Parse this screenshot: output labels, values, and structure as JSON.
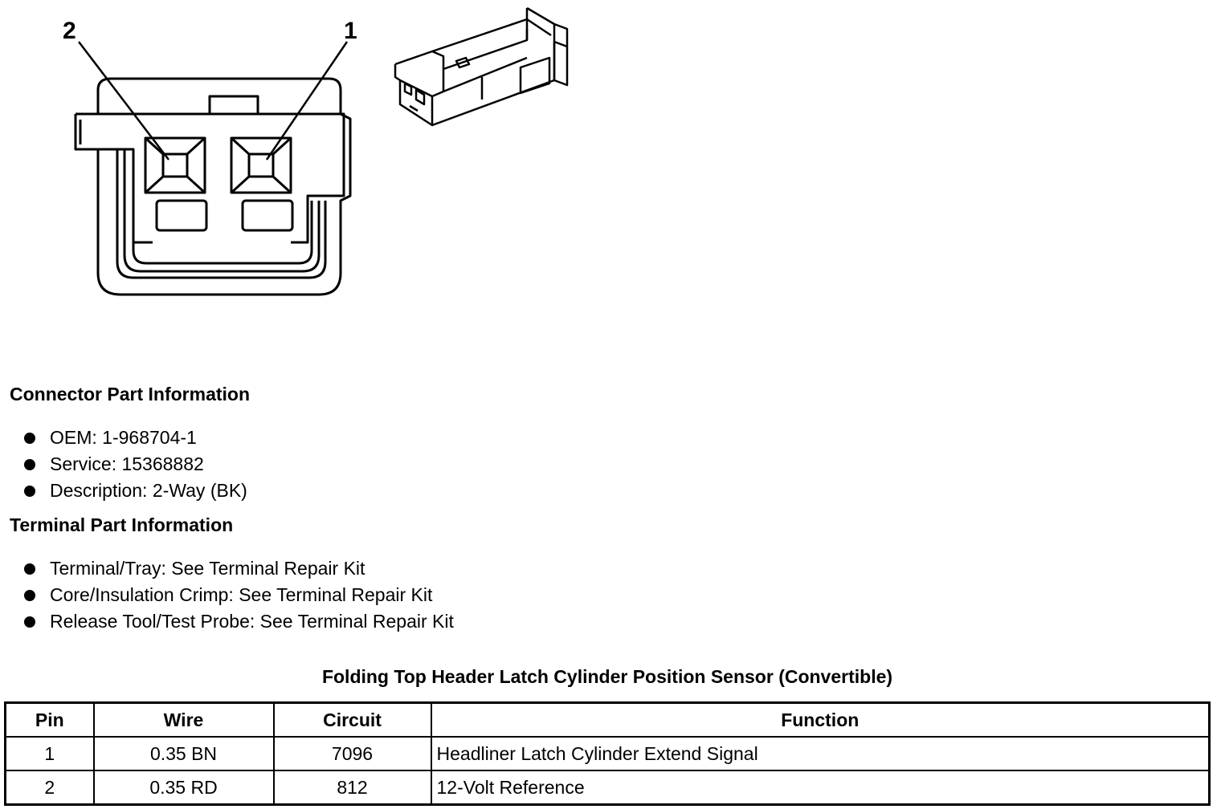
{
  "diagram": {
    "pin_labels": [
      "2",
      "1"
    ]
  },
  "connector_section": {
    "title": "Connector Part Information",
    "items": [
      "OEM: 1-968704-1",
      "Service: 15368882",
      "Description: 2-Way (BK)"
    ]
  },
  "terminal_section": {
    "title": "Terminal Part Information",
    "items": [
      "Terminal/Tray: See Terminal Repair Kit",
      "Core/Insulation Crimp: See Terminal Repair Kit",
      "Release Tool/Test Probe: See Terminal Repair Kit"
    ]
  },
  "table": {
    "title": "Folding Top Header Latch Cylinder Position Sensor (Convertible)",
    "headers": [
      "Pin",
      "Wire",
      "Circuit",
      "Function"
    ],
    "rows": [
      [
        "1",
        "0.35 BN",
        "7096",
        "Headliner Latch Cylinder Extend Signal"
      ],
      [
        "2",
        "0.35 RD",
        "812",
        "12-Volt Reference"
      ]
    ]
  }
}
